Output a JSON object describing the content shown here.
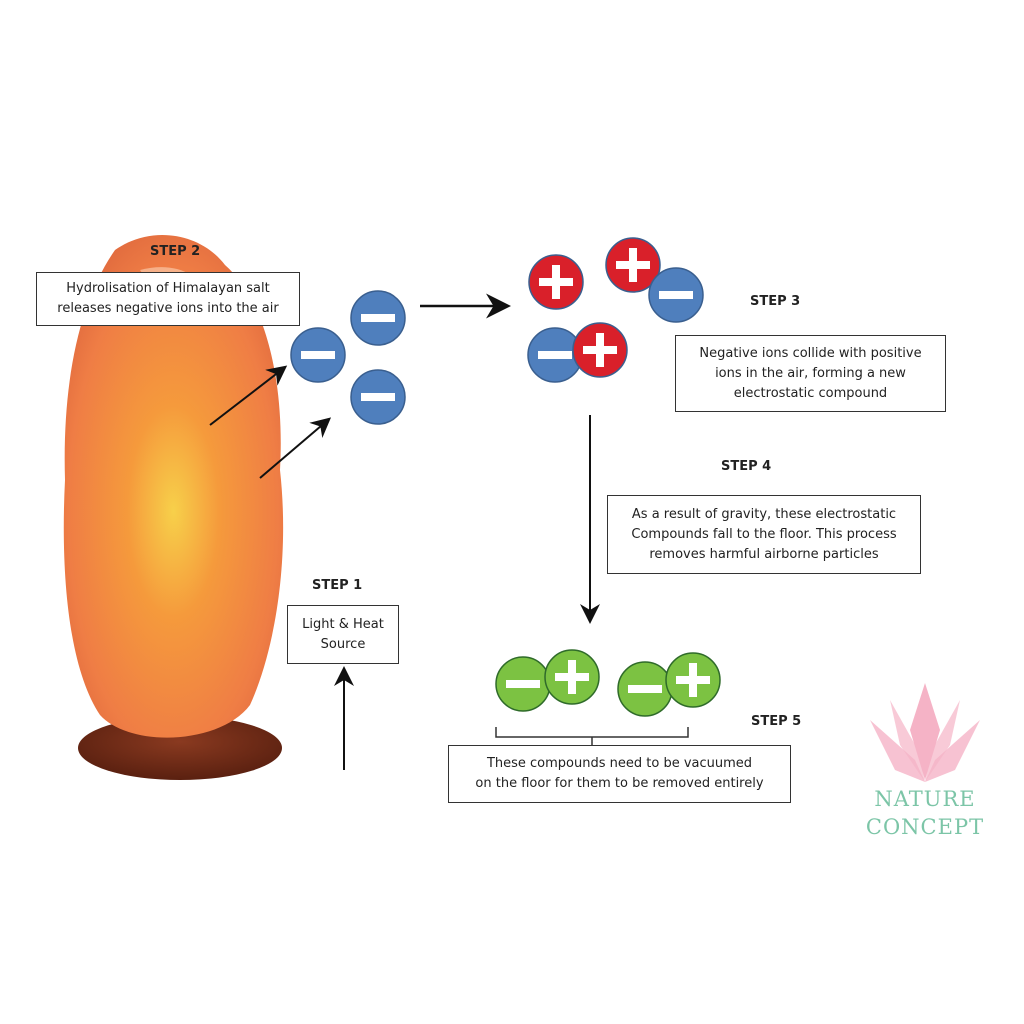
{
  "steps": [
    {
      "label": "STEP 1",
      "lines": [
        "Light & Heat",
        "Source"
      ]
    },
    {
      "label": "STEP 2",
      "lines": [
        "Hydrolisation of Himalayan salt",
        "releases negative ions into the air"
      ]
    },
    {
      "label": "STEP 3",
      "lines": [
        "Negative ions collide with positive",
        "ions in the air, forming a new",
        "electrostatic compound"
      ]
    },
    {
      "label": "STEP 4",
      "lines": [
        "As a result of gravity, these electrostatic",
        "Compounds fall to the floor. This process",
        "removes harmful airborne particles"
      ]
    },
    {
      "label": "STEP 5",
      "lines": [
        "These compounds need to be vacuumed",
        "on the floor for them to be removed entirely"
      ]
    }
  ],
  "logo": {
    "line1": "NATURE",
    "line2": "CONCEPT"
  },
  "colors": {
    "negative_ion": "#4f7fbd",
    "positive_ion": "#d9202a",
    "compound": "#7cc242",
    "logo_text": "#7cc5a7",
    "logo_crystal": "#f4a6bd"
  }
}
